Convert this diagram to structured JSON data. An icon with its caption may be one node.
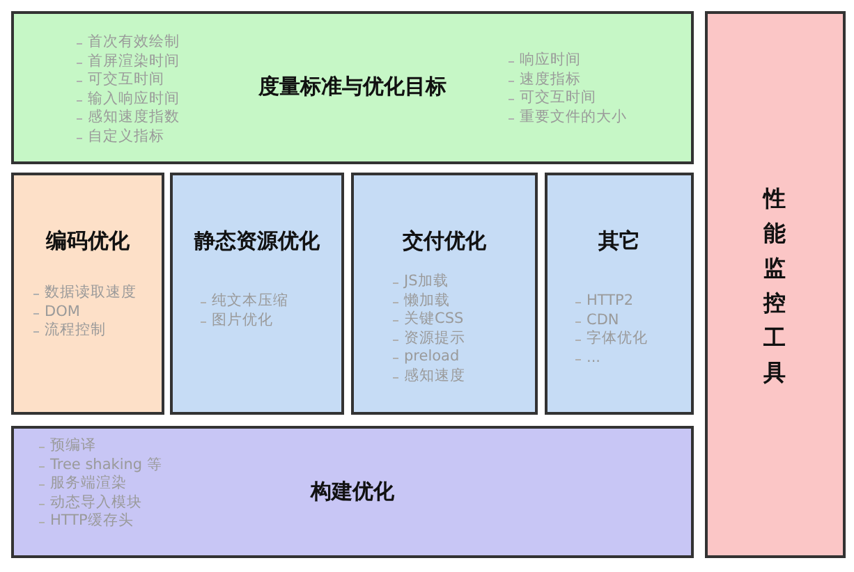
{
  "diagram": {
    "nodes": [
      {
        "text": [
          "度量标准与优化目标",
          "首次有效绘制",
          "首屏渲染时间",
          "可交互时间",
          "输入响应时间",
          "感知速度指数",
          "自定义指标",
          "响应时间",
          "速度指标",
          "可交互时间",
          "重要文件的大小"
        ]
      },
      {
        "text": [
          "编码优化",
          "数据读取速度",
          "DOM",
          "流程控制"
        ]
      },
      {
        "text": [
          "静态资源优化",
          "纯文本压缩",
          "图片优化"
        ]
      },
      {
        "text": [
          "交付优化",
          "JS加载",
          "懒加载",
          "关键CSS",
          "资源提示",
          "preload",
          "感知速度"
        ]
      },
      {
        "text": [
          "其它",
          "HTTP2",
          "CDN",
          "字体优化",
          "..."
        ]
      },
      {
        "text": [
          "构建优化",
          "预编译",
          "Tree shaking 等",
          "服务端渲染",
          "动态导入模块",
          "HTTP缓存头"
        ]
      },
      {
        "text": [
          "性能监控工具"
        ]
      }
    ]
  }
}
